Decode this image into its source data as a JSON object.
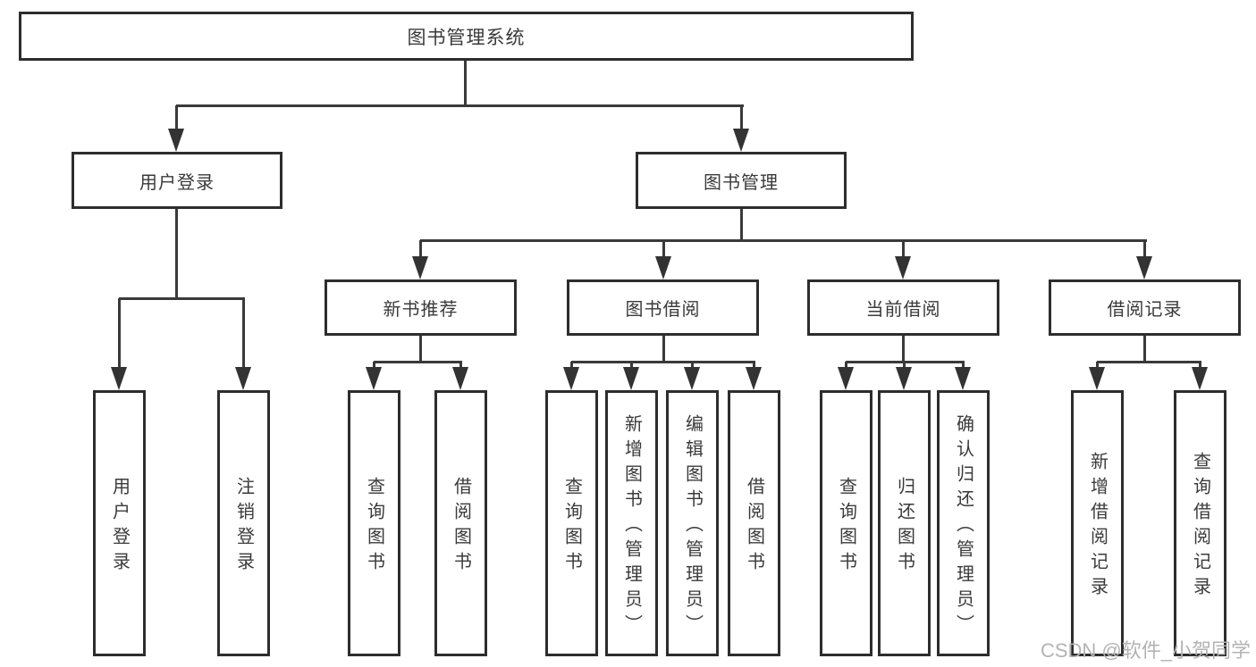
{
  "diagram": {
    "title": "图书管理系统",
    "level2": [
      {
        "label": "用户登录"
      },
      {
        "label": "图书管理"
      }
    ],
    "level3": [
      {
        "label": "新书推荐"
      },
      {
        "label": "图书借阅"
      },
      {
        "label": "当前借阅"
      },
      {
        "label": "借阅记录"
      }
    ],
    "leaves": [
      {
        "label": "用户登录"
      },
      {
        "label": "注销登录"
      },
      {
        "label": "查询图书"
      },
      {
        "label": "借阅图书"
      },
      {
        "label": "查询图书"
      },
      {
        "label": "新增图书（管理员）"
      },
      {
        "label": "编辑图书（管理员）"
      },
      {
        "label": "借阅图书"
      },
      {
        "label": "查询图书"
      },
      {
        "label": "归还图书"
      },
      {
        "label": "确认归还（管理员）"
      },
      {
        "label": "新增借阅记录"
      },
      {
        "label": "查询借阅记录"
      }
    ]
  },
  "watermark": {
    "text": "CSDN @软件_小贺同学",
    "color": "#b3b3b3"
  },
  "colors": {
    "background": "#ffffff",
    "box_border": "#2d2d2d",
    "line": "#3a3a3a",
    "text": "#3a3a3a"
  }
}
